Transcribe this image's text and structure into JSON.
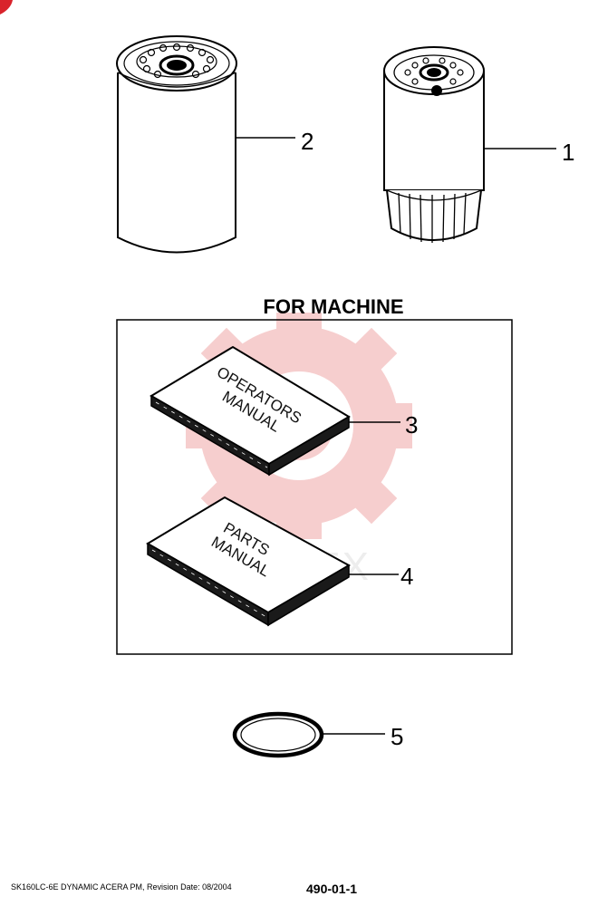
{
  "heading": "FOR MACHINE",
  "watermark_text": "MHTEX",
  "books": {
    "operators": [
      "OPERATORS",
      "MANUAL"
    ],
    "parts": [
      "PARTS",
      "MANUAL"
    ]
  },
  "callouts": {
    "filter_1": "1",
    "filter_2": "2",
    "operators_manual": "3",
    "parts_manual": "4",
    "o_ring": "5"
  },
  "footer": {
    "doc_info": "SK160LC-6E DYNAMIC ACERA PM, Revision Date: 08/2004",
    "page_number": "490-01-1"
  },
  "colors": {
    "ink": "#000000",
    "watermark": "#f6c9c9",
    "corner_mark": "#d9232b"
  }
}
